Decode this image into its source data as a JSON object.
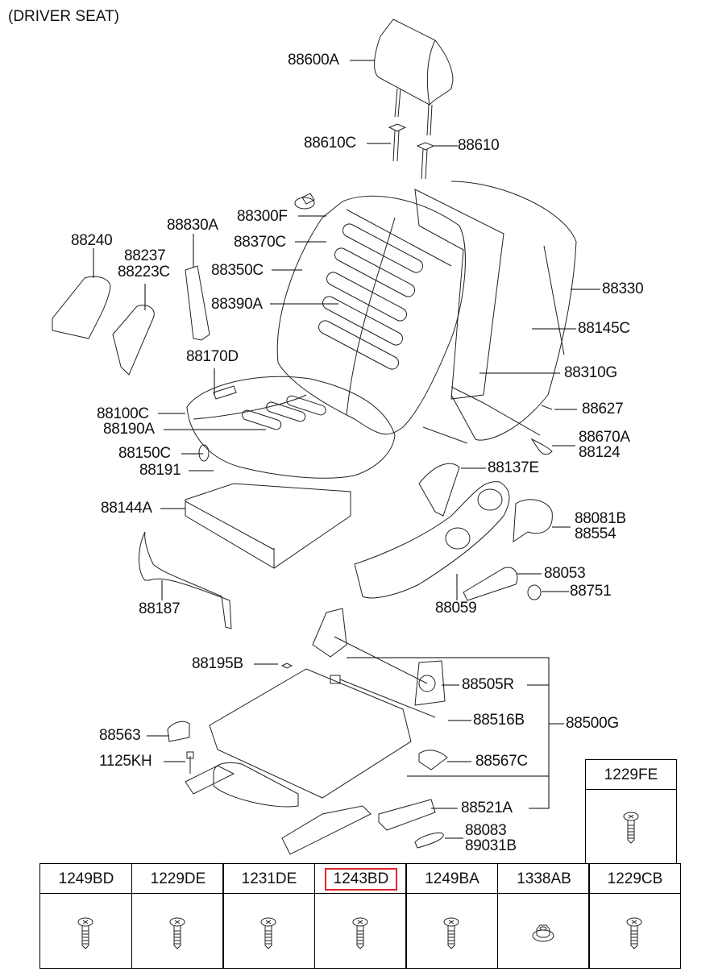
{
  "diagram": {
    "title": "(DRIVER SEAT)",
    "highlight_color": "#e0262b",
    "callouts": [
      {
        "id": "88600A",
        "label": "88600A"
      },
      {
        "id": "88610C",
        "label": "88610C"
      },
      {
        "id": "88610",
        "label": "88610"
      },
      {
        "id": "88300F",
        "label": "88300F"
      },
      {
        "id": "88830A",
        "label": "88830A"
      },
      {
        "id": "88240",
        "label": "88240"
      },
      {
        "id": "88237",
        "label": "88237"
      },
      {
        "id": "88223C",
        "label": "88223C"
      },
      {
        "id": "88370C",
        "label": "88370C"
      },
      {
        "id": "88350C",
        "label": "88350C"
      },
      {
        "id": "88390A",
        "label": "88390A"
      },
      {
        "id": "88330",
        "label": "88330"
      },
      {
        "id": "88145C",
        "label": "88145C"
      },
      {
        "id": "88310G",
        "label": "88310G"
      },
      {
        "id": "88170D",
        "label": "88170D"
      },
      {
        "id": "88627",
        "label": "88627"
      },
      {
        "id": "88100C",
        "label": "88100C"
      },
      {
        "id": "88190A",
        "label": "88190A"
      },
      {
        "id": "88670A",
        "label": "88670A"
      },
      {
        "id": "88124",
        "label": "88124"
      },
      {
        "id": "88150C",
        "label": "88150C"
      },
      {
        "id": "88191",
        "label": "88191"
      },
      {
        "id": "88137E",
        "label": "88137E"
      },
      {
        "id": "88144A",
        "label": "88144A"
      },
      {
        "id": "88081B",
        "label": "88081B"
      },
      {
        "id": "88554",
        "label": "88554"
      },
      {
        "id": "88053",
        "label": "88053"
      },
      {
        "id": "88751",
        "label": "88751"
      },
      {
        "id": "88187",
        "label": "88187"
      },
      {
        "id": "88059",
        "label": "88059"
      },
      {
        "id": "88195B",
        "label": "88195B"
      },
      {
        "id": "88505R",
        "label": "88505R"
      },
      {
        "id": "88516B",
        "label": "88516B"
      },
      {
        "id": "88500G",
        "label": "88500G"
      },
      {
        "id": "88563",
        "label": "88563"
      },
      {
        "id": "88567C",
        "label": "88567C"
      },
      {
        "id": "1125KH",
        "label": "1125KH"
      },
      {
        "id": "88521A",
        "label": "88521A"
      },
      {
        "id": "88083",
        "label": "88083"
      },
      {
        "id": "89031B",
        "label": "89031B"
      }
    ],
    "fastener_table": [
      {
        "code": "1249BD",
        "icon": "screw-icon",
        "highlighted": false
      },
      {
        "code": "1229DE",
        "icon": "screw-icon",
        "highlighted": false
      },
      {
        "code": "1231DE",
        "icon": "screw-icon",
        "highlighted": false
      },
      {
        "code": "1243BD",
        "icon": "screw-icon",
        "highlighted": true
      },
      {
        "code": "1249BA",
        "icon": "screw-icon",
        "highlighted": false
      },
      {
        "code": "1338AB",
        "icon": "nut-icon",
        "highlighted": false
      },
      {
        "code": "1229CB",
        "icon": "screw-icon",
        "highlighted": false
      }
    ],
    "fastener_extra": {
      "code": "1229FE",
      "icon": "screw-icon",
      "highlighted": false
    }
  }
}
